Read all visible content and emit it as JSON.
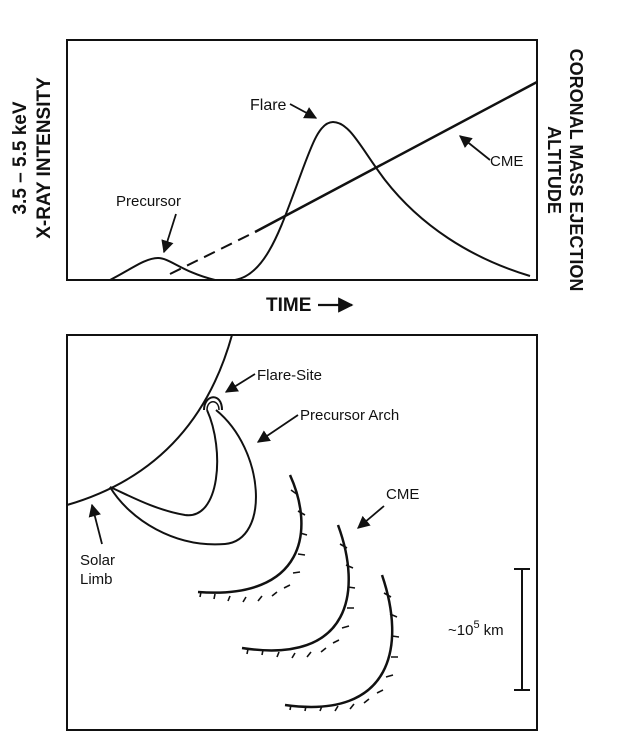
{
  "top_panel": {
    "ylabel_line1": "3.5 – 5.5 keV",
    "ylabel_line2": "X-RAY INTENSITY",
    "xlabel": "TIME",
    "right_label_line1": "CORONAL MASS EJECTION",
    "right_label_line2": "ALTITUDE",
    "label_precursor": "Precursor",
    "label_flare": "Flare",
    "label_cme": "CME"
  },
  "bottom_panel": {
    "label_flare_site": "Flare-Site",
    "label_precursor_arch": "Precursor Arch",
    "label_cme": "CME",
    "label_solar": "Solar",
    "label_limb": "Limb",
    "scale_label": "~10",
    "scale_exp": "5",
    "scale_unit": "km"
  },
  "colors": {
    "ink": "#111111",
    "background": "#ffffff"
  }
}
